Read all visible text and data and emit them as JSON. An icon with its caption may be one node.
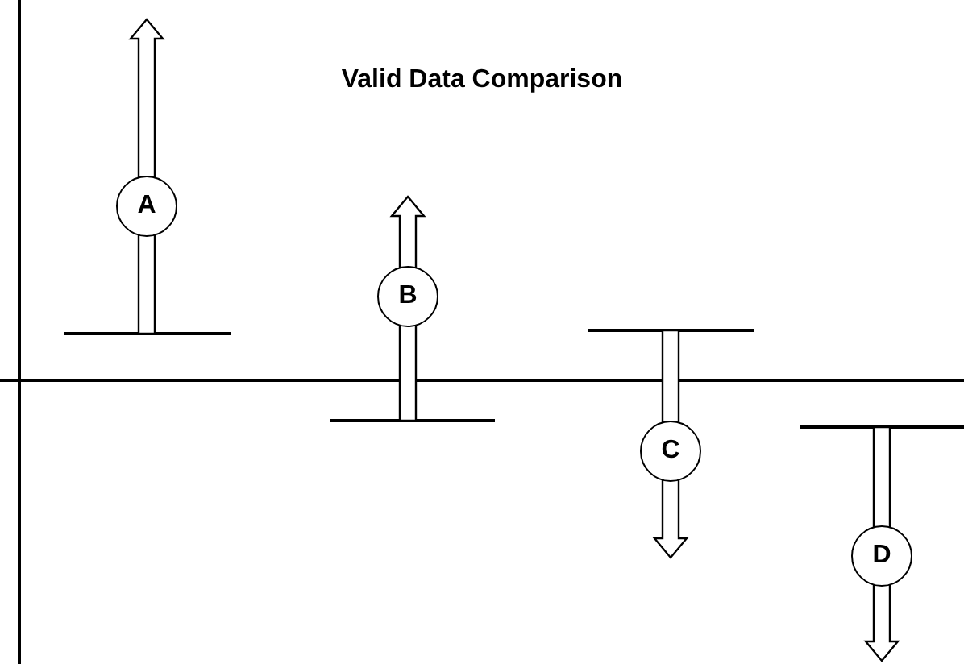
{
  "diagram": {
    "title": "Valid Data Comparison",
    "nodes": [
      {
        "text": [
          "A"
        ]
      },
      {
        "text": [
          "B"
        ]
      },
      {
        "text": [
          "C"
        ]
      },
      {
        "text": [
          "D"
        ]
      }
    ]
  }
}
